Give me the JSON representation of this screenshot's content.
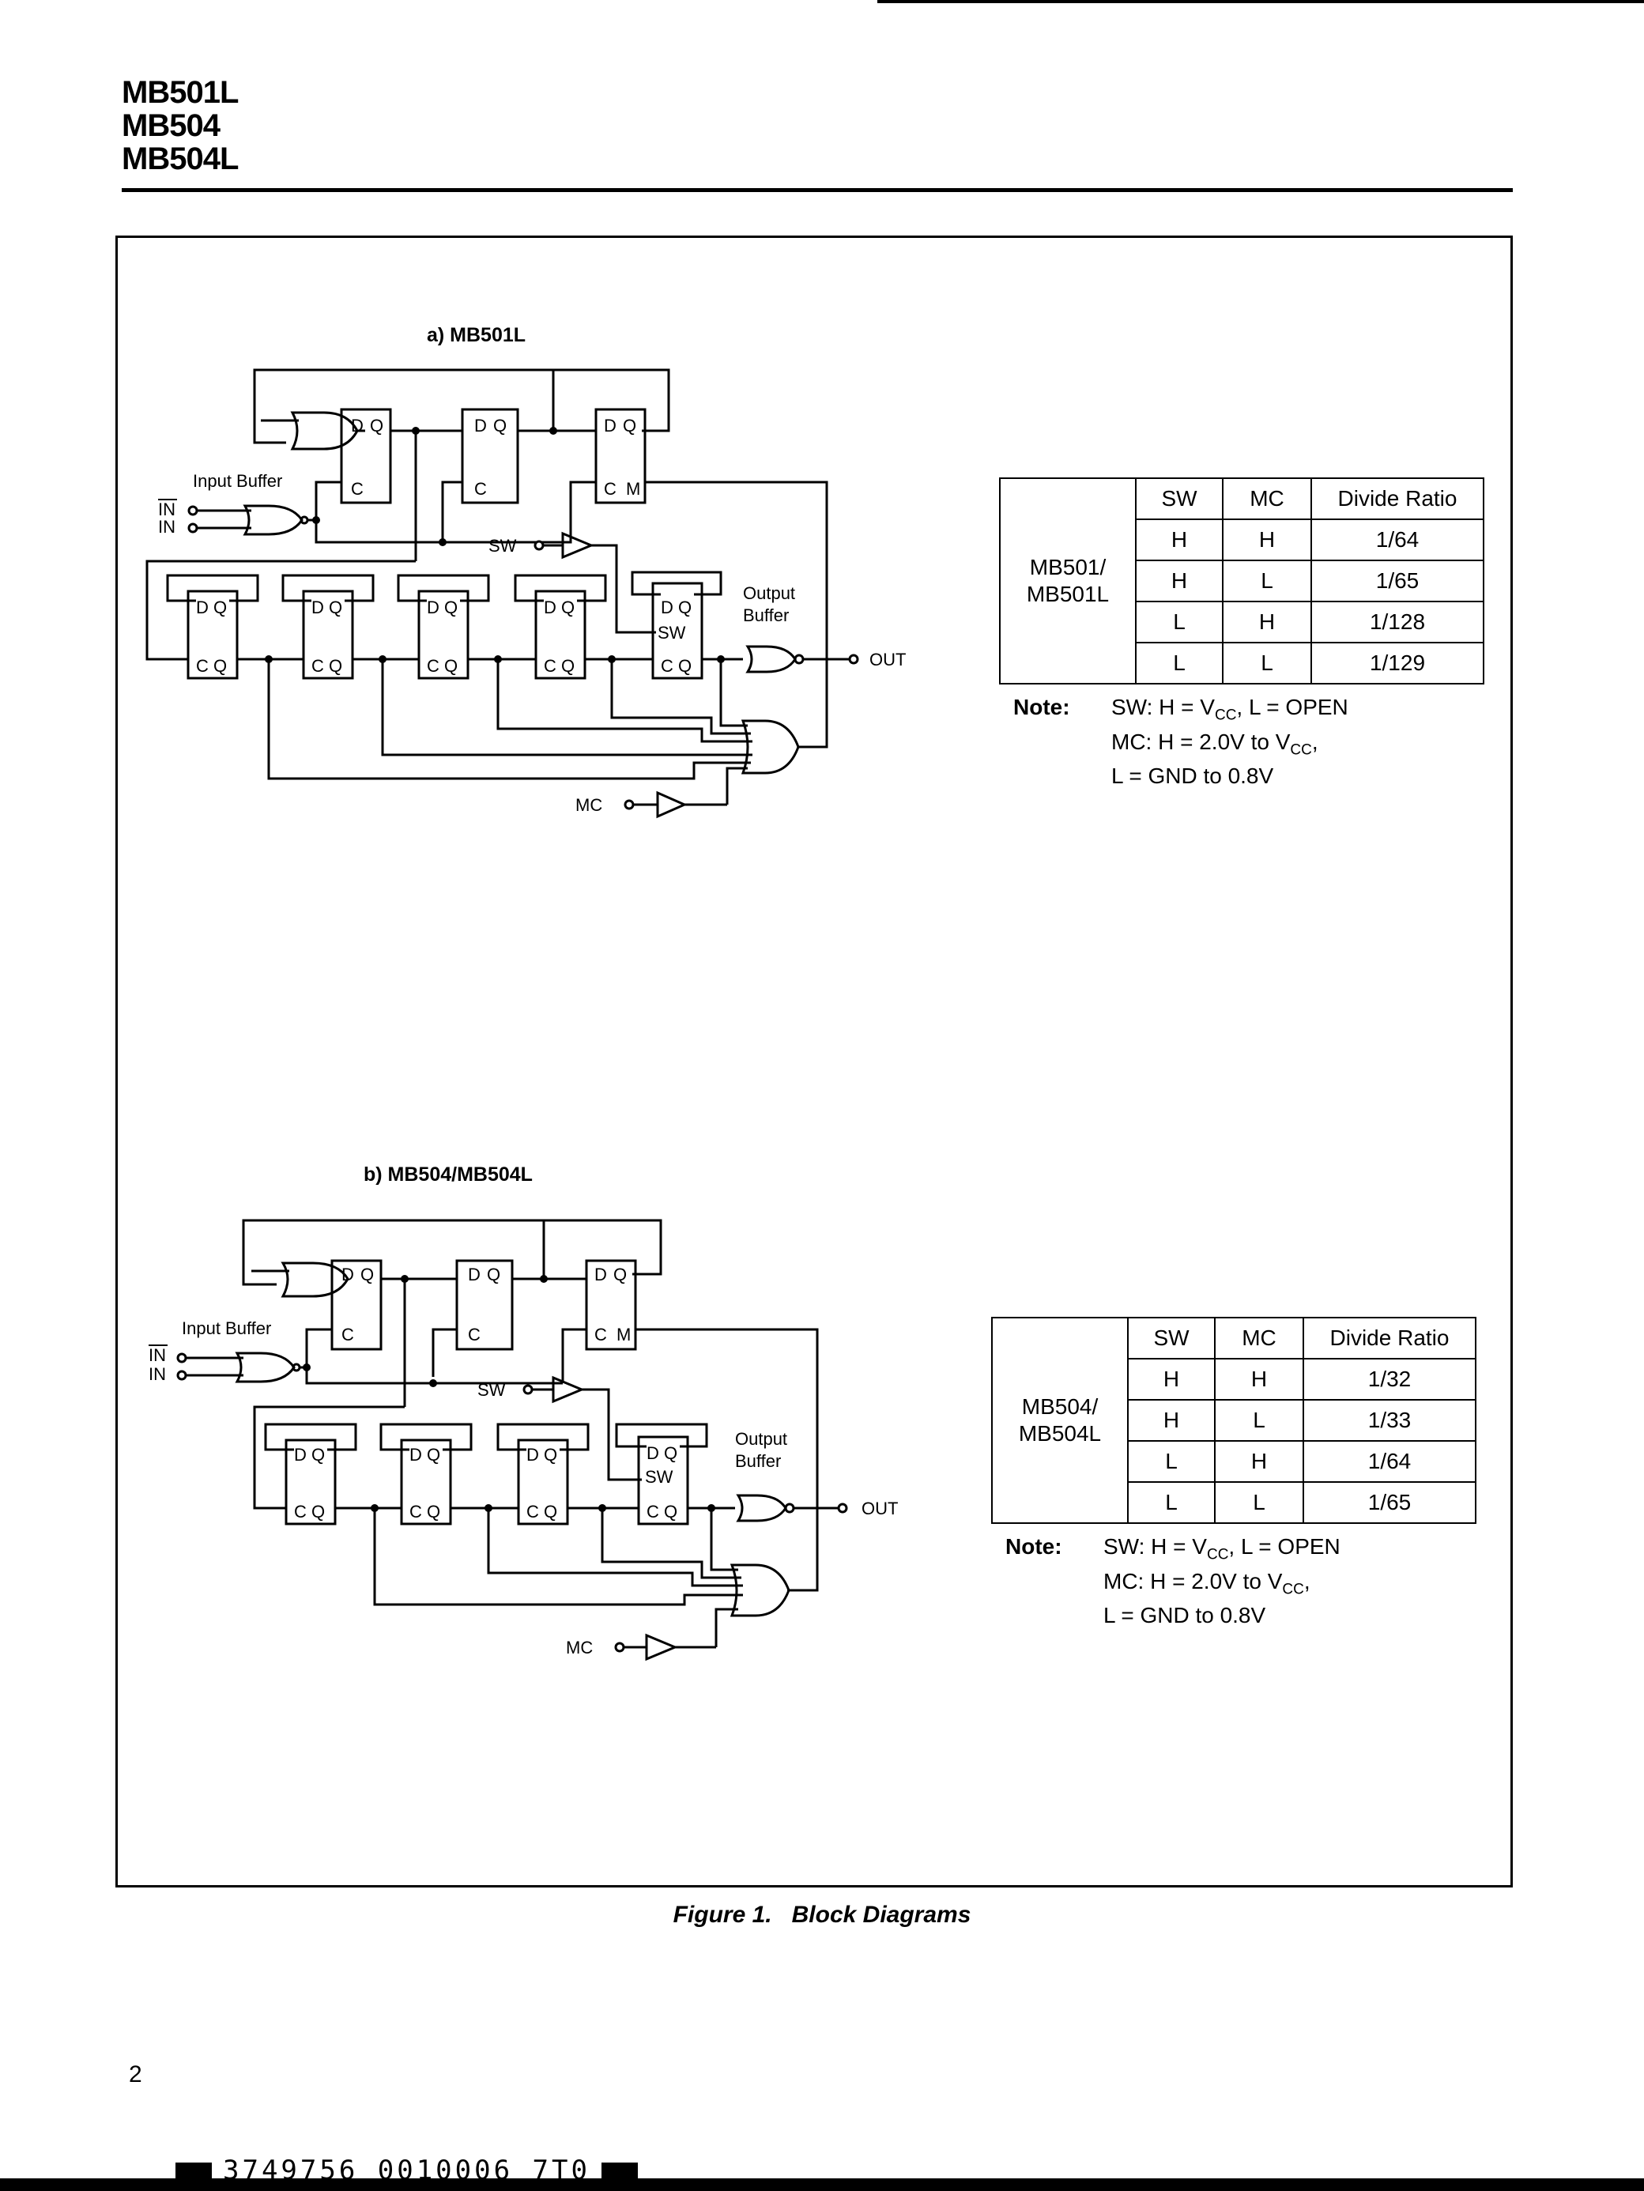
{
  "header": {
    "title_lines": [
      "MB501L",
      "MB504",
      "MB504L"
    ]
  },
  "diagram_a": {
    "label": "a) MB501L",
    "input_buffer": "Input Buffer",
    "in_bar": "IN",
    "in": "IN",
    "sw": "SW",
    "mc": "MC",
    "output_buffer_1": "Output",
    "output_buffer_2": "Buffer",
    "out": "OUT",
    "ff_d": "D",
    "ff_qbar": "Q",
    "ff_c": "C",
    "ff_q": "Q",
    "ff_m": "M",
    "ff_sw": "SW"
  },
  "diagram_b": {
    "label": "b) MB504/MB504L",
    "input_buffer": "Input Buffer",
    "in_bar": "IN",
    "in": "IN",
    "sw": "SW",
    "mc": "MC",
    "output_buffer_1": "Output",
    "output_buffer_2": "Buffer",
    "out": "OUT"
  },
  "table_a": {
    "headers": [
      "SW",
      "MC",
      "Divide Ratio"
    ],
    "part": [
      "MB501/",
      "MB501L"
    ],
    "rows": [
      [
        "H",
        "H",
        "1/64"
      ],
      [
        "H",
        "L",
        "1/65"
      ],
      [
        "L",
        "H",
        "1/128"
      ],
      [
        "L",
        "L",
        "1/129"
      ]
    ]
  },
  "table_b": {
    "headers": [
      "SW",
      "MC",
      "Divide Ratio"
    ],
    "part": [
      "MB504/",
      "MB504L"
    ],
    "rows": [
      [
        "H",
        "H",
        "1/32"
      ],
      [
        "H",
        "L",
        "1/33"
      ],
      [
        "L",
        "H",
        "1/64"
      ],
      [
        "L",
        "L",
        "1/65"
      ]
    ]
  },
  "note_a": {
    "label": "Note:",
    "lines": [
      "SW: H = V",
      "CC",
      ", L = OPEN",
      "MC: H = 2.0V to V",
      "CC",
      ",",
      "L = GND to 0.8V"
    ]
  },
  "note_b": {
    "label": "Note:",
    "lines": [
      "SW: H = V",
      "CC",
      ", L = OPEN",
      "MC: H = 2.0V to V",
      "CC",
      ",",
      "L = GND to 0.8V"
    ]
  },
  "caption": "Figure 1.   Block Diagrams",
  "page_number": "2",
  "footer_code": "3749756 0010006 7T0"
}
